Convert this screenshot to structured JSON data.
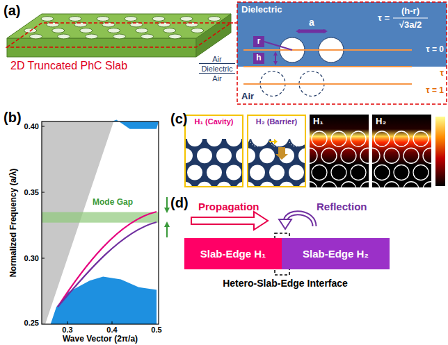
{
  "diagram": {
    "nodes": [
      {
        "text": [
          "H₁ (Cavity)"
        ]
      },
      {
        "text": [
          "H₂ (Barrier)"
        ]
      },
      {
        "text": [
          "H₁"
        ]
      },
      {
        "text": [
          "H₂"
        ]
      },
      {
        "text": [
          "Slab-Edge H₁"
        ]
      },
      {
        "text": [
          "Slab-Edge H₂"
        ]
      }
    ],
    "labels": [
      "(a)",
      "2D Truncated PhC Slab",
      "Air",
      "Dielectric",
      "Air",
      "Dielectric",
      "a",
      "r",
      "h",
      "τ =",
      "(h-r)",
      "√3a/2",
      "τ = 0",
      "τ",
      "τ = 1",
      "Air",
      "(b)",
      "0.40",
      "0.35",
      "0.30",
      "0.25",
      "0.3",
      "0.4",
      "0.5",
      "Wave Vector (2π/a)",
      "Normalized Frequency (a/λ)",
      "Mode Gap",
      "(c)",
      "(d)",
      "Propagation",
      "Reflection",
      "Hetero-Slab-Edge Interface"
    ]
  }
}
